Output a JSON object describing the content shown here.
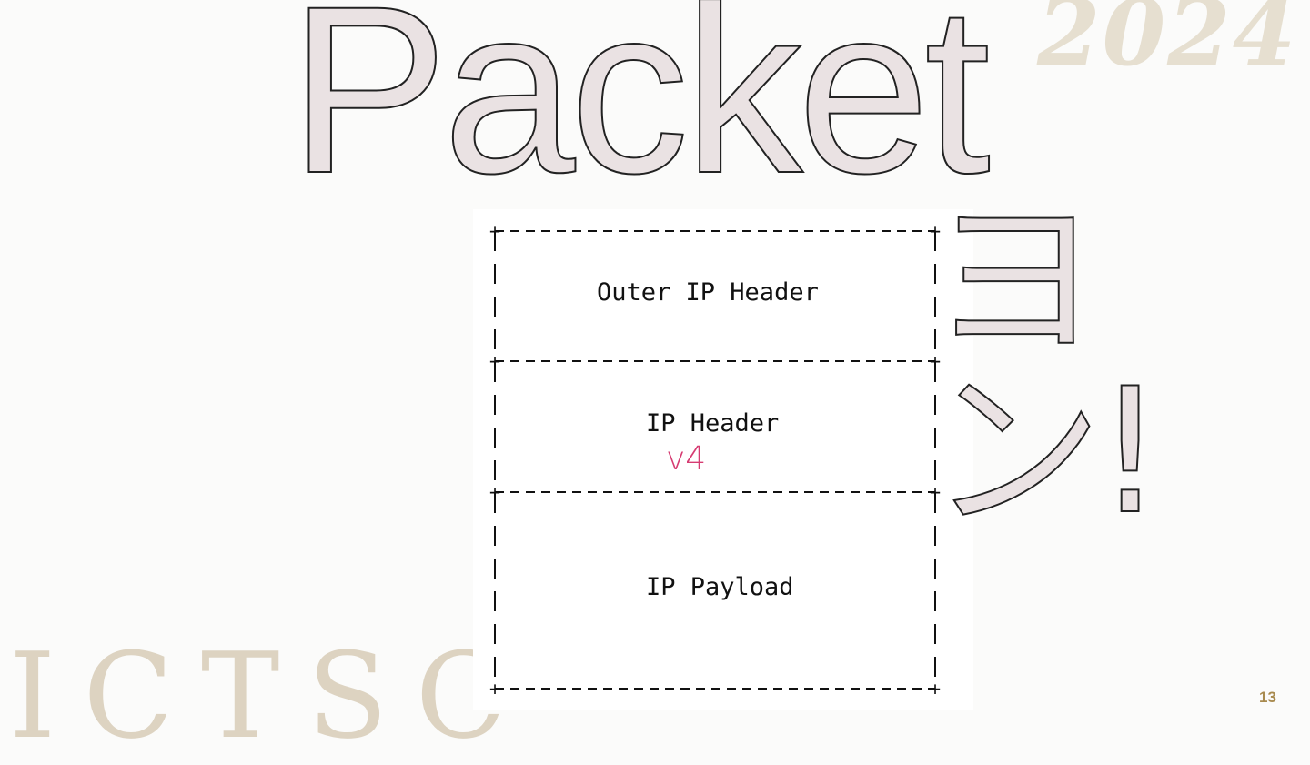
{
  "slide": {
    "title_en": "Packet",
    "title_jp": "ヨン!",
    "year": "2024",
    "logo": "ICTSC",
    "page_number": "13",
    "annotation": "v4"
  },
  "diagram": {
    "rows": [
      {
        "label": "Outer IP Header"
      },
      {
        "label": "IP Header"
      },
      {
        "label": "IP Payload"
      }
    ]
  },
  "colors": {
    "background": "#fbfbfa",
    "title_fill": "#eae2e3",
    "annotation": "#d63c72",
    "brand_gold": "#a88a4e"
  }
}
